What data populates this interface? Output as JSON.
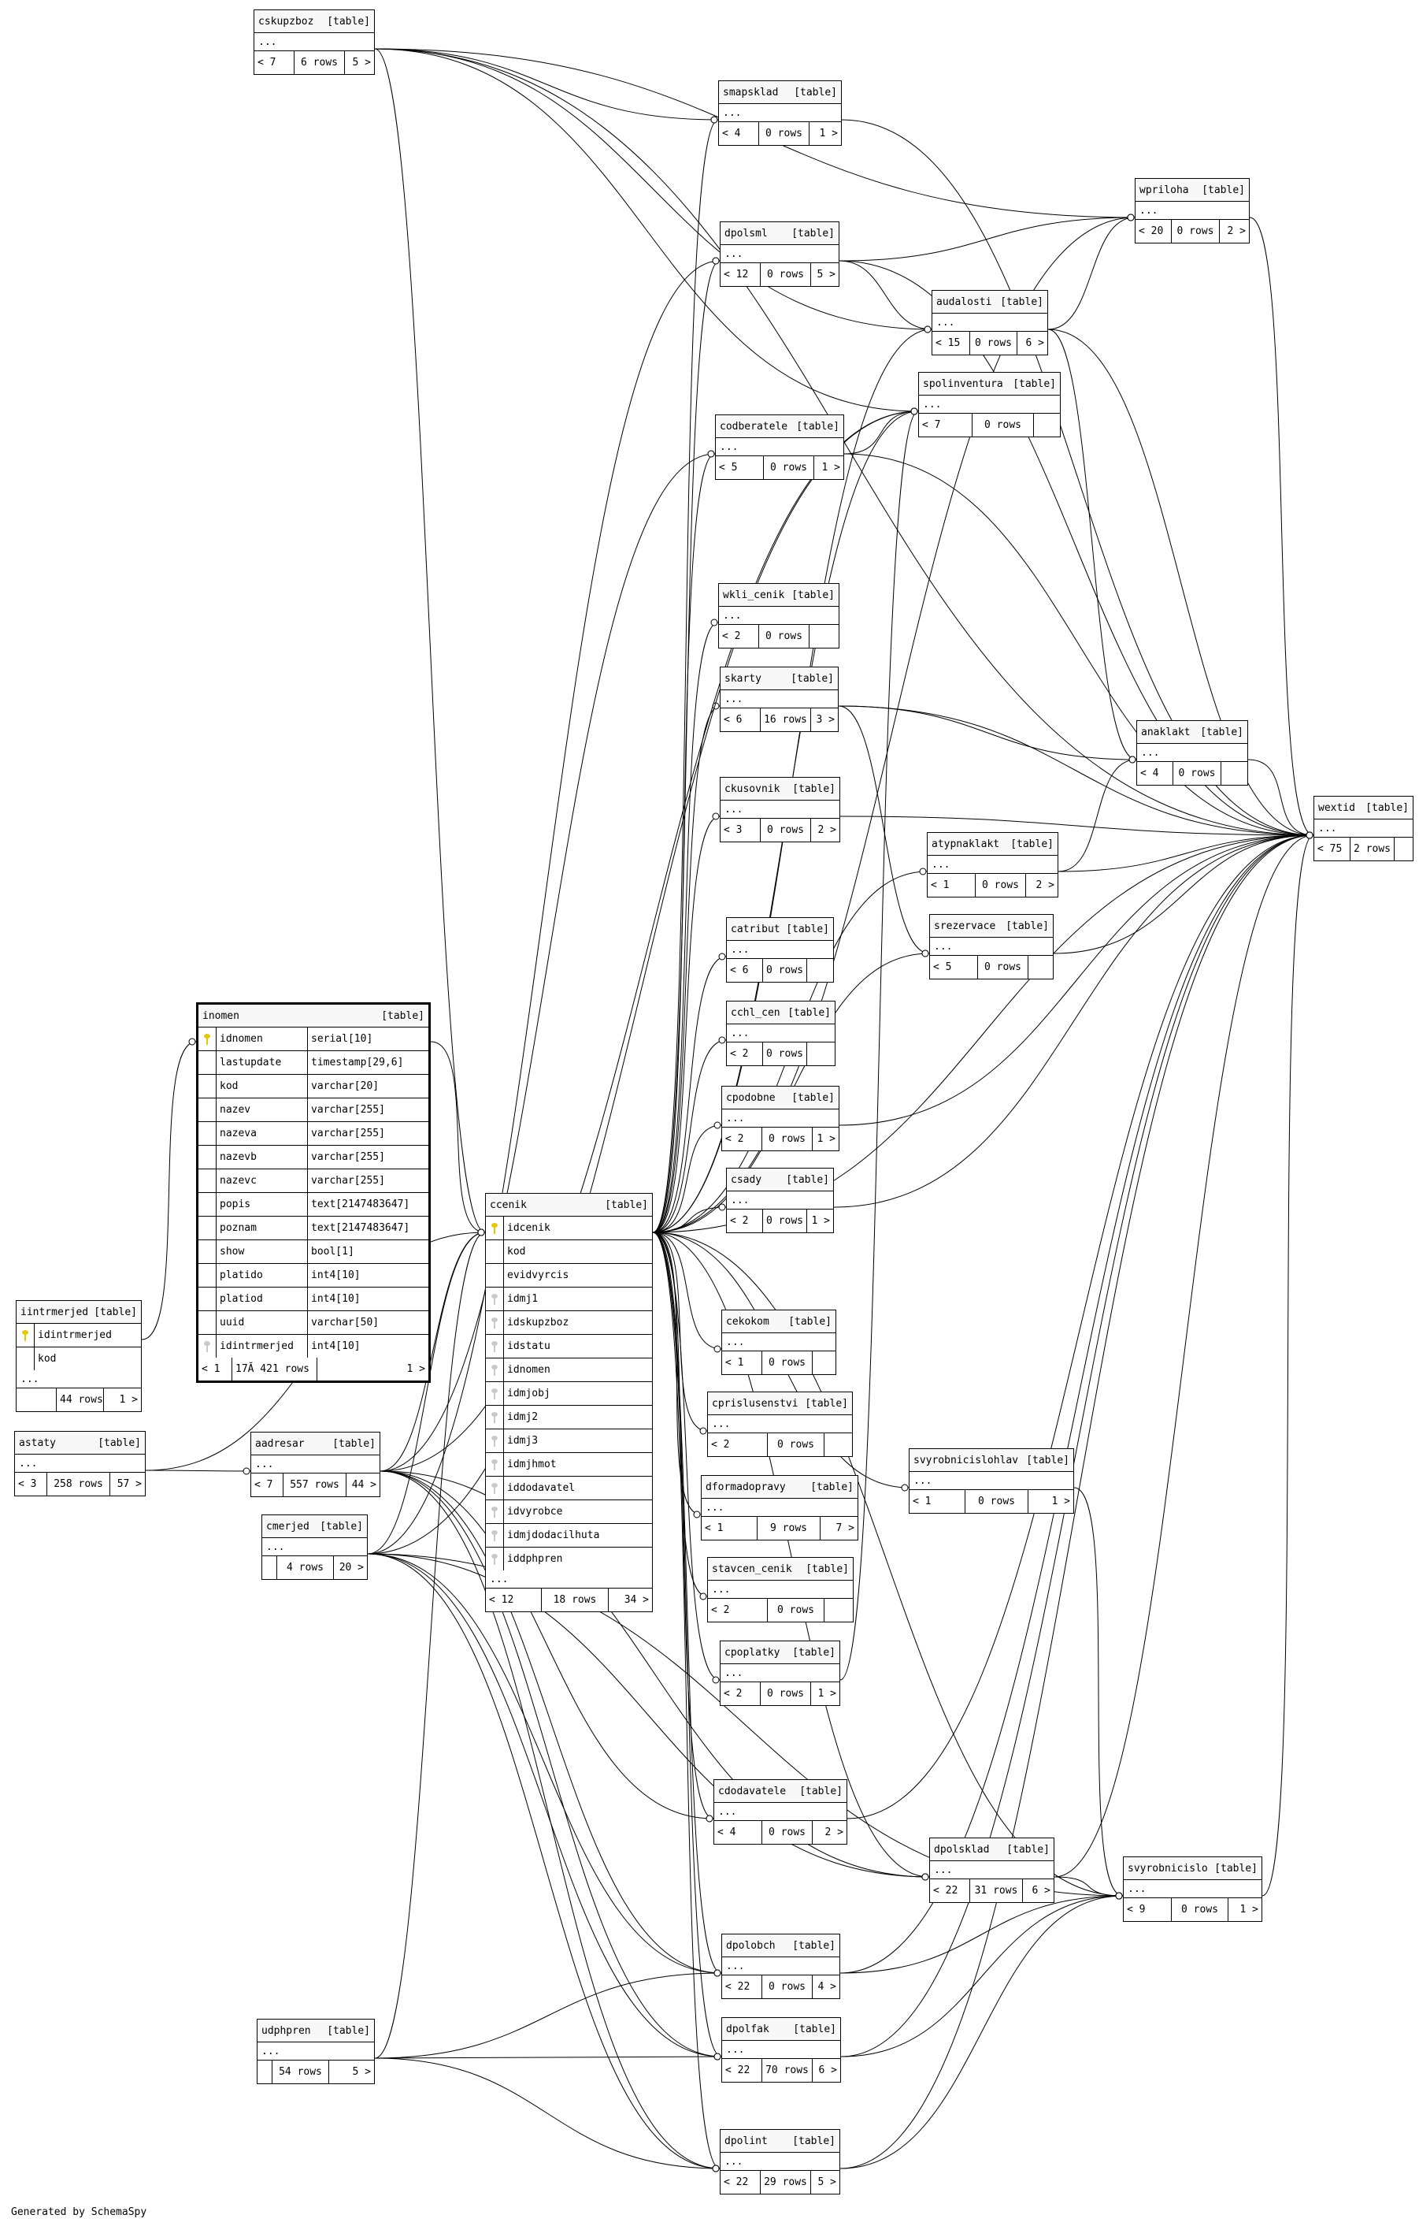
{
  "footer": "Generated by SchemaSpy",
  "inomen": {
    "name": "inomen",
    "tag": "[table]",
    "columns": [
      {
        "key": "pk",
        "name": "idnomen",
        "type": "serial[10]"
      },
      {
        "key": "",
        "name": "lastupdate",
        "type": "timestamp[29,6]"
      },
      {
        "key": "",
        "name": "kod",
        "type": "varchar[20]"
      },
      {
        "key": "",
        "name": "nazev",
        "type": "varchar[255]"
      },
      {
        "key": "",
        "name": "nazeva",
        "type": "varchar[255]"
      },
      {
        "key": "",
        "name": "nazevb",
        "type": "varchar[255]"
      },
      {
        "key": "",
        "name": "nazevc",
        "type": "varchar[255]"
      },
      {
        "key": "",
        "name": "popis",
        "type": "text[2147483647]"
      },
      {
        "key": "",
        "name": "poznam",
        "type": "text[2147483647]"
      },
      {
        "key": "",
        "name": "show",
        "type": "bool[1]"
      },
      {
        "key": "",
        "name": "platido",
        "type": "int4[10]"
      },
      {
        "key": "",
        "name": "platiod",
        "type": "int4[10]"
      },
      {
        "key": "",
        "name": "uuid",
        "type": "varchar[50]"
      },
      {
        "key": "fk",
        "name": "idintrmerjed",
        "type": "int4[10]"
      }
    ],
    "stat_left": "< 1",
    "stat_rows": "17Ă 421 rows",
    "stat_right": "1 >"
  },
  "ccenik": {
    "name": "ccenik",
    "tag": "[table]",
    "columns": [
      {
        "key": "pk",
        "name": "idcenik"
      },
      {
        "key": "",
        "name": "kod"
      },
      {
        "key": "",
        "name": "evidvyrcis"
      },
      {
        "key": "fk",
        "name": "idmj1"
      },
      {
        "key": "fk",
        "name": "idskupzboz"
      },
      {
        "key": "fk",
        "name": "idstatu"
      },
      {
        "key": "fk",
        "name": "idnomen"
      },
      {
        "key": "fk",
        "name": "idmjobj"
      },
      {
        "key": "fk",
        "name": "idmj2"
      },
      {
        "key": "fk",
        "name": "idmj3"
      },
      {
        "key": "fk",
        "name": "idmjhmot"
      },
      {
        "key": "fk",
        "name": "iddodavatel"
      },
      {
        "key": "fk",
        "name": "idvyrobce"
      },
      {
        "key": "fk",
        "name": "idmjdodacilhuta"
      },
      {
        "key": "fk",
        "name": "iddphpren"
      }
    ],
    "ellipsis": "...",
    "stat_left": "< 12",
    "stat_rows": "18 rows",
    "stat_right": "34 >"
  },
  "iintrmerjed": {
    "name": "iintrmerjed",
    "tag": "[table]",
    "columns": [
      {
        "key": "pk",
        "name": "idintrmerjed"
      },
      {
        "key": "",
        "name": "kod"
      }
    ],
    "ellipsis": "...",
    "stat_left": "",
    "stat_rows": "44 rows",
    "stat_right": "1 >"
  },
  "small_tables": [
    {
      "id": "cskupzboz",
      "name": "cskupzboz",
      "tag": "[table]",
      "ellipsis": "...",
      "stats": [
        "< 7",
        "6 rows",
        "5 >"
      ]
    },
    {
      "id": "smapsklad",
      "name": "smapsklad",
      "tag": "[table]",
      "ellipsis": "...",
      "stats": [
        "< 4",
        "0 rows",
        "1 >"
      ]
    },
    {
      "id": "wpriloha",
      "name": "wpriloha",
      "tag": "[table]",
      "ellipsis": "...",
      "stats": [
        "< 20",
        "0 rows",
        "2 >"
      ]
    },
    {
      "id": "dpolsml",
      "name": "dpolsml",
      "tag": "[table]",
      "ellipsis": "...",
      "stats": [
        "< 12",
        "0 rows",
        "5 >"
      ]
    },
    {
      "id": "audalosti",
      "name": "audalosti",
      "tag": "[table]",
      "ellipsis": "...",
      "stats": [
        "< 15",
        "0 rows",
        "6 >"
      ]
    },
    {
      "id": "spolinventura",
      "name": "spolinventura",
      "tag": "[table]",
      "ellipsis": "...",
      "stats": [
        "< 7",
        "0 rows",
        ""
      ]
    },
    {
      "id": "codberatele",
      "name": "codberatele",
      "tag": "[table]",
      "ellipsis": "...",
      "stats": [
        "< 5",
        "0 rows",
        "1 >"
      ]
    },
    {
      "id": "wkli_cenik",
      "name": "wkli_cenik",
      "tag": "[table]",
      "ellipsis": "...",
      "stats": [
        "< 2",
        "0 rows",
        ""
      ]
    },
    {
      "id": "skarty",
      "name": "skarty",
      "tag": "[table]",
      "ellipsis": "...",
      "stats": [
        "< 6",
        "16 rows",
        "3 >"
      ]
    },
    {
      "id": "anaklakt",
      "name": "anaklakt",
      "tag": "[table]",
      "ellipsis": "...",
      "stats": [
        "< 4",
        "0 rows",
        ""
      ]
    },
    {
      "id": "ckusovnik",
      "name": "ckusovnik",
      "tag": "[table]",
      "ellipsis": "...",
      "stats": [
        "< 3",
        "0 rows",
        "2 >"
      ]
    },
    {
      "id": "wextid",
      "name": "wextid",
      "tag": "[table]",
      "ellipsis": "...",
      "stats": [
        "< 75",
        "2 rows",
        ""
      ]
    },
    {
      "id": "atypnaklakt",
      "name": "atypnaklakt",
      "tag": "[table]",
      "ellipsis": "...",
      "stats": [
        "< 1",
        "0 rows",
        "2 >"
      ]
    },
    {
      "id": "catribut",
      "name": "catribut",
      "tag": "[table]",
      "ellipsis": "...",
      "stats": [
        "< 6",
        "0 rows",
        ""
      ]
    },
    {
      "id": "srezervace",
      "name": "srezervace",
      "tag": "[table]",
      "ellipsis": "...",
      "stats": [
        "< 5",
        "0 rows",
        ""
      ]
    },
    {
      "id": "cchl_cen",
      "name": "cchl_cen",
      "tag": "[table]",
      "ellipsis": "...",
      "stats": [
        "< 2",
        "0 rows",
        ""
      ]
    },
    {
      "id": "cpodobne",
      "name": "cpodobne",
      "tag": "[table]",
      "ellipsis": "...",
      "stats": [
        "< 2",
        "0 rows",
        "1 >"
      ]
    },
    {
      "id": "csady",
      "name": "csady",
      "tag": "[table]",
      "ellipsis": "...",
      "stats": [
        "< 2",
        "0 rows",
        "1 >"
      ]
    },
    {
      "id": "cekokom",
      "name": "cekokom",
      "tag": "[table]",
      "ellipsis": "...",
      "stats": [
        "< 1",
        "0 rows",
        ""
      ]
    },
    {
      "id": "cprislusenstvi",
      "name": "cprislusenstvi",
      "tag": "[table]",
      "ellipsis": "...",
      "stats": [
        "< 2",
        "0 rows",
        ""
      ]
    },
    {
      "id": "svyrobnicislohlav",
      "name": "svyrobnicislohlav",
      "tag": "[table]",
      "ellipsis": "...",
      "stats": [
        "< 1",
        "0 rows",
        "1 >"
      ]
    },
    {
      "id": "astaty",
      "name": "astaty",
      "tag": "[table]",
      "ellipsis": "...",
      "stats": [
        "< 3",
        "258 rows",
        "57 >"
      ]
    },
    {
      "id": "aadresar",
      "name": "aadresar",
      "tag": "[table]",
      "ellipsis": "...",
      "stats": [
        "< 7",
        "557 rows",
        "44 >"
      ]
    },
    {
      "id": "dformadopravy",
      "name": "dformadopravy",
      "tag": "[table]",
      "ellipsis": "...",
      "stats": [
        "< 1",
        "9 rows",
        "7 >"
      ]
    },
    {
      "id": "cmerjed",
      "name": "cmerjed",
      "tag": "[table]",
      "ellipsis": "...",
      "stats": [
        "",
        "4 rows",
        "20 >"
      ]
    },
    {
      "id": "stavcen_cenik",
      "name": "stavcen_cenik",
      "tag": "[table]",
      "ellipsis": "...",
      "stats": [
        "< 2",
        "0 rows",
        ""
      ]
    },
    {
      "id": "cpoplatky",
      "name": "cpoplatky",
      "tag": "[table]",
      "ellipsis": "...",
      "stats": [
        "< 2",
        "0 rows",
        "1 >"
      ]
    },
    {
      "id": "cdodavatele",
      "name": "cdodavatele",
      "tag": "[table]",
      "ellipsis": "...",
      "stats": [
        "< 4",
        "0 rows",
        "2 >"
      ]
    },
    {
      "id": "dpolsklad",
      "name": "dpolsklad",
      "tag": "[table]",
      "ellipsis": "...",
      "stats": [
        "< 22",
        "31 rows",
        "6 >"
      ]
    },
    {
      "id": "svyrobnicislo",
      "name": "svyrobnicislo",
      "tag": "[table]",
      "ellipsis": "...",
      "stats": [
        "< 9",
        "0 rows",
        "1 >"
      ]
    },
    {
      "id": "dpolobch",
      "name": "dpolobch",
      "tag": "[table]",
      "ellipsis": "...",
      "stats": [
        "< 22",
        "0 rows",
        "4 >"
      ]
    },
    {
      "id": "udphpren",
      "name": "udphpren",
      "tag": "[table]",
      "ellipsis": "...",
      "stats": [
        "",
        "54 rows",
        "5 >"
      ]
    },
    {
      "id": "dpolfak",
      "name": "dpolfak",
      "tag": "[table]",
      "ellipsis": "...",
      "stats": [
        "< 22",
        "70 rows",
        "6 >"
      ]
    },
    {
      "id": "dpolint",
      "name": "dpolint",
      "tag": "[table]",
      "ellipsis": "...",
      "stats": [
        "< 22",
        "29 rows",
        "5 >"
      ]
    }
  ],
  "relationships": [
    [
      "cskupzboz",
      "ccenik"
    ],
    [
      "cskupzboz",
      "smapsklad"
    ],
    [
      "cskupzboz",
      "wextid"
    ],
    [
      "cskupzboz",
      "wpriloha"
    ],
    [
      "cskupzboz",
      "audalosti"
    ],
    [
      "cskupzboz",
      "spolinventura"
    ],
    [
      "smapsklad",
      "wextid"
    ],
    [
      "dpolsml",
      "wpriloha"
    ],
    [
      "dpolsml",
      "audalosti"
    ],
    [
      "dpolsml",
      "wextid"
    ],
    [
      "audalosti",
      "wpriloha"
    ],
    [
      "audalosti",
      "wextid"
    ],
    [
      "audalosti",
      "anaklakt"
    ],
    [
      "codberatele",
      "wextid"
    ],
    [
      "codberatele",
      "spolinventura"
    ],
    [
      "skarty",
      "wextid"
    ],
    [
      "skarty",
      "srezervace"
    ],
    [
      "skarty",
      "anaklakt"
    ],
    [
      "ckusovnik",
      "wextid"
    ],
    [
      "atypnaklakt",
      "anaklakt"
    ],
    [
      "atypnaklakt",
      "wextid"
    ],
    [
      "cpodobne",
      "wextid"
    ],
    [
      "csady",
      "wextid"
    ],
    [
      "svyrobnicislohlav",
      "svyrobnicislo"
    ],
    [
      "ccenik",
      "smapsklad"
    ],
    [
      "ccenik",
      "dpolsml"
    ],
    [
      "ccenik",
      "codberatele"
    ],
    [
      "ccenik",
      "wkli_cenik"
    ],
    [
      "ccenik",
      "skarty"
    ],
    [
      "ccenik",
      "ckusovnik"
    ],
    [
      "ccenik",
      "catribut"
    ],
    [
      "ccenik",
      "cchl_cen"
    ],
    [
      "ccenik",
      "cpodobne"
    ],
    [
      "ccenik",
      "csady"
    ],
    [
      "ccenik",
      "cekokom"
    ],
    [
      "ccenik",
      "cprislusenstvi"
    ],
    [
      "ccenik",
      "dformadopravy"
    ],
    [
      "ccenik",
      "stavcen_cenik"
    ],
    [
      "ccenik",
      "cpoplatky"
    ],
    [
      "ccenik",
      "cdodavatele"
    ],
    [
      "ccenik",
      "dpolsklad"
    ],
    [
      "ccenik",
      "svyrobnicislo"
    ],
    [
      "ccenik",
      "dpolobch"
    ],
    [
      "ccenik",
      "dpolfak"
    ],
    [
      "ccenik",
      "dpolint"
    ],
    [
      "ccenik",
      "wextid"
    ],
    [
      "ccenik",
      "atypnaklakt"
    ],
    [
      "ccenik",
      "srezervace"
    ],
    [
      "ccenik",
      "spolinventura"
    ],
    [
      "ccenik",
      "audalosti"
    ],
    [
      "ccenik",
      "wpriloha"
    ],
    [
      "ccenik",
      "svyrobnicislohlav"
    ],
    [
      "inomen",
      "ccenik"
    ],
    [
      "iintrmerjed",
      "inomen"
    ],
    [
      "astaty",
      "aadresar"
    ],
    [
      "astaty",
      "ccenik"
    ],
    [
      "aadresar",
      "ccenik"
    ],
    [
      "aadresar",
      "dpolsklad"
    ],
    [
      "aadresar",
      "dpolobch"
    ],
    [
      "aadresar",
      "dpolfak"
    ],
    [
      "aadresar",
      "dpolint"
    ],
    [
      "aadresar",
      "cdodavatele"
    ],
    [
      "aadresar",
      "codberatele"
    ],
    [
      "aadresar",
      "spolinventura"
    ],
    [
      "cmerjed",
      "ccenik"
    ],
    [
      "cmerjed",
      "dpolsklad"
    ],
    [
      "cmerjed",
      "dpolobch"
    ],
    [
      "cmerjed",
      "dpolfak"
    ],
    [
      "cmerjed",
      "dpolint"
    ],
    [
      "cmerjed",
      "spolinventura"
    ],
    [
      "cmerjed",
      "svyrobnicislo"
    ],
    [
      "cmerjed",
      "dpolsml"
    ],
    [
      "cpoplatky",
      "spolinventura"
    ],
    [
      "cdodavatele",
      "wextid"
    ],
    [
      "dpolsklad",
      "wextid"
    ],
    [
      "dpolsklad",
      "svyrobnicislo"
    ],
    [
      "dpolobch",
      "wextid"
    ],
    [
      "dpolobch",
      "svyrobnicislo"
    ],
    [
      "dpolfak",
      "svyrobnicislo"
    ],
    [
      "dpolfak",
      "wextid"
    ],
    [
      "dpolint",
      "svyrobnicislo"
    ],
    [
      "dpolint",
      "wextid"
    ],
    [
      "udphpren",
      "ccenik"
    ],
    [
      "udphpren",
      "dpolobch"
    ],
    [
      "udphpren",
      "dpolfak"
    ],
    [
      "udphpren",
      "dpolint"
    ],
    [
      "svyrobnicislo",
      "wextid"
    ],
    [
      "wpriloha",
      "wextid"
    ],
    [
      "anaklakt",
      "wextid"
    ],
    [
      "srezervace",
      "wextid"
    ]
  ]
}
